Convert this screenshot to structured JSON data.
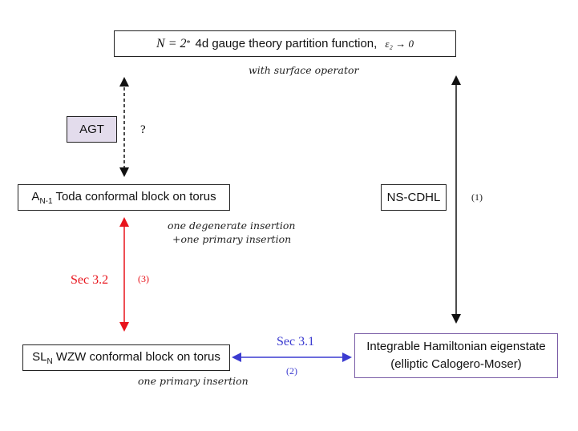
{
  "top_box": {
    "math_lhs": "N = 2",
    "sup": "*",
    "text": "4d gauge theory partition function,",
    "math_rhs": "ε₂ → 0"
  },
  "top_caption": "with surface operator",
  "agt_box": {
    "label": "AGT",
    "fill": "#e3dcec"
  },
  "question_mark": "?",
  "toda_box": {
    "prefix": "A",
    "sub": "N-1",
    "text": "Toda conformal block on torus"
  },
  "toda_caption": [
    "one degenerate insertion",
    "+one primary insertion"
  ],
  "sec32": {
    "label": "Sec 3.2",
    "ref": "(3)",
    "color": "#e8141c"
  },
  "nscdhl_box": {
    "label": "NS-CDHL"
  },
  "ref1": "(1)",
  "sln_box": {
    "prefix": "SL",
    "sub": "N",
    "text": "WZW conformal block on torus"
  },
  "sln_caption": "one primary insertion",
  "sec31": {
    "label": "Sec 3.1",
    "ref": "(2)",
    "color": "#3b3bd0"
  },
  "integrable_box": {
    "line1": "Integrable Hamiltonian eigenstate",
    "line2": "(elliptic Calogero-Moser)",
    "border": "#7b5ea7"
  }
}
